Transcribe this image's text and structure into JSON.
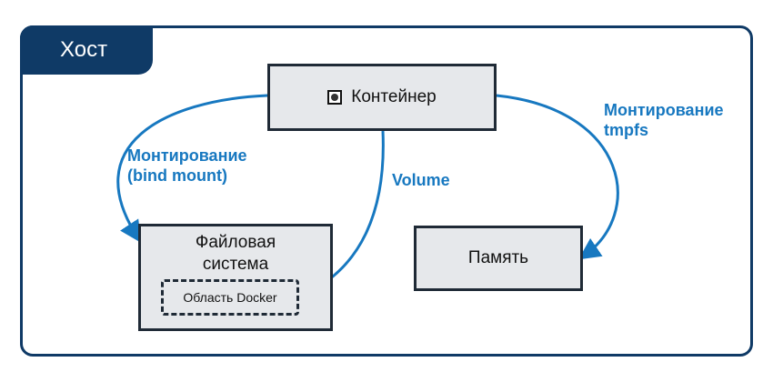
{
  "host": {
    "title": "Хост"
  },
  "container": {
    "label": "Контейнер",
    "icon": "container-icon"
  },
  "filesystem": {
    "title_line1": "Файловая",
    "title_line2": "система",
    "docker_area": "Область Docker"
  },
  "memory": {
    "label": "Память"
  },
  "mounts": {
    "bind_line1": "Монтирование",
    "bind_line2": "(bind mount)",
    "volume": "Volume",
    "tmpfs_line1": "Монтирование",
    "tmpfs_line2": "tmpfs"
  },
  "colors": {
    "frame": "#0f3a66",
    "arrow": "#1778c0",
    "box_fill": "#e6e8eb",
    "box_border": "#1f2a36"
  }
}
